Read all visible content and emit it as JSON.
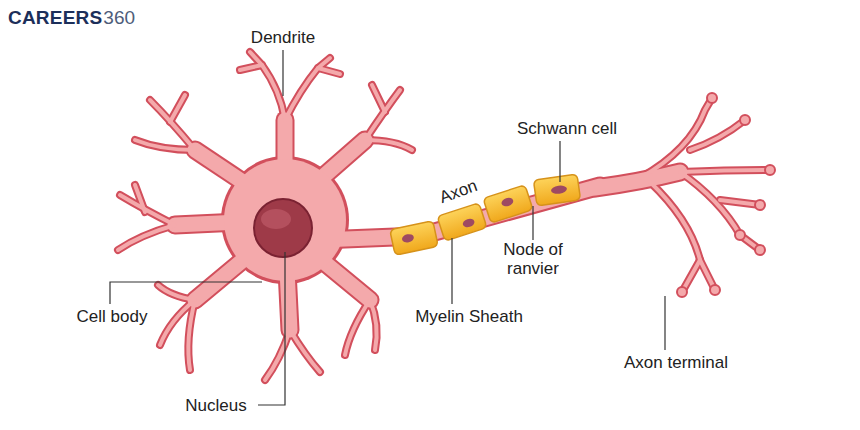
{
  "diagram": {
    "labels": [
      "CAREERS",
      "360",
      "Dendrite",
      "Schwann cell",
      "Axon",
      "Node of ranvier",
      "Myelin Sheath",
      "Cell body",
      "Nucleus",
      "Axon terminal"
    ]
  }
}
